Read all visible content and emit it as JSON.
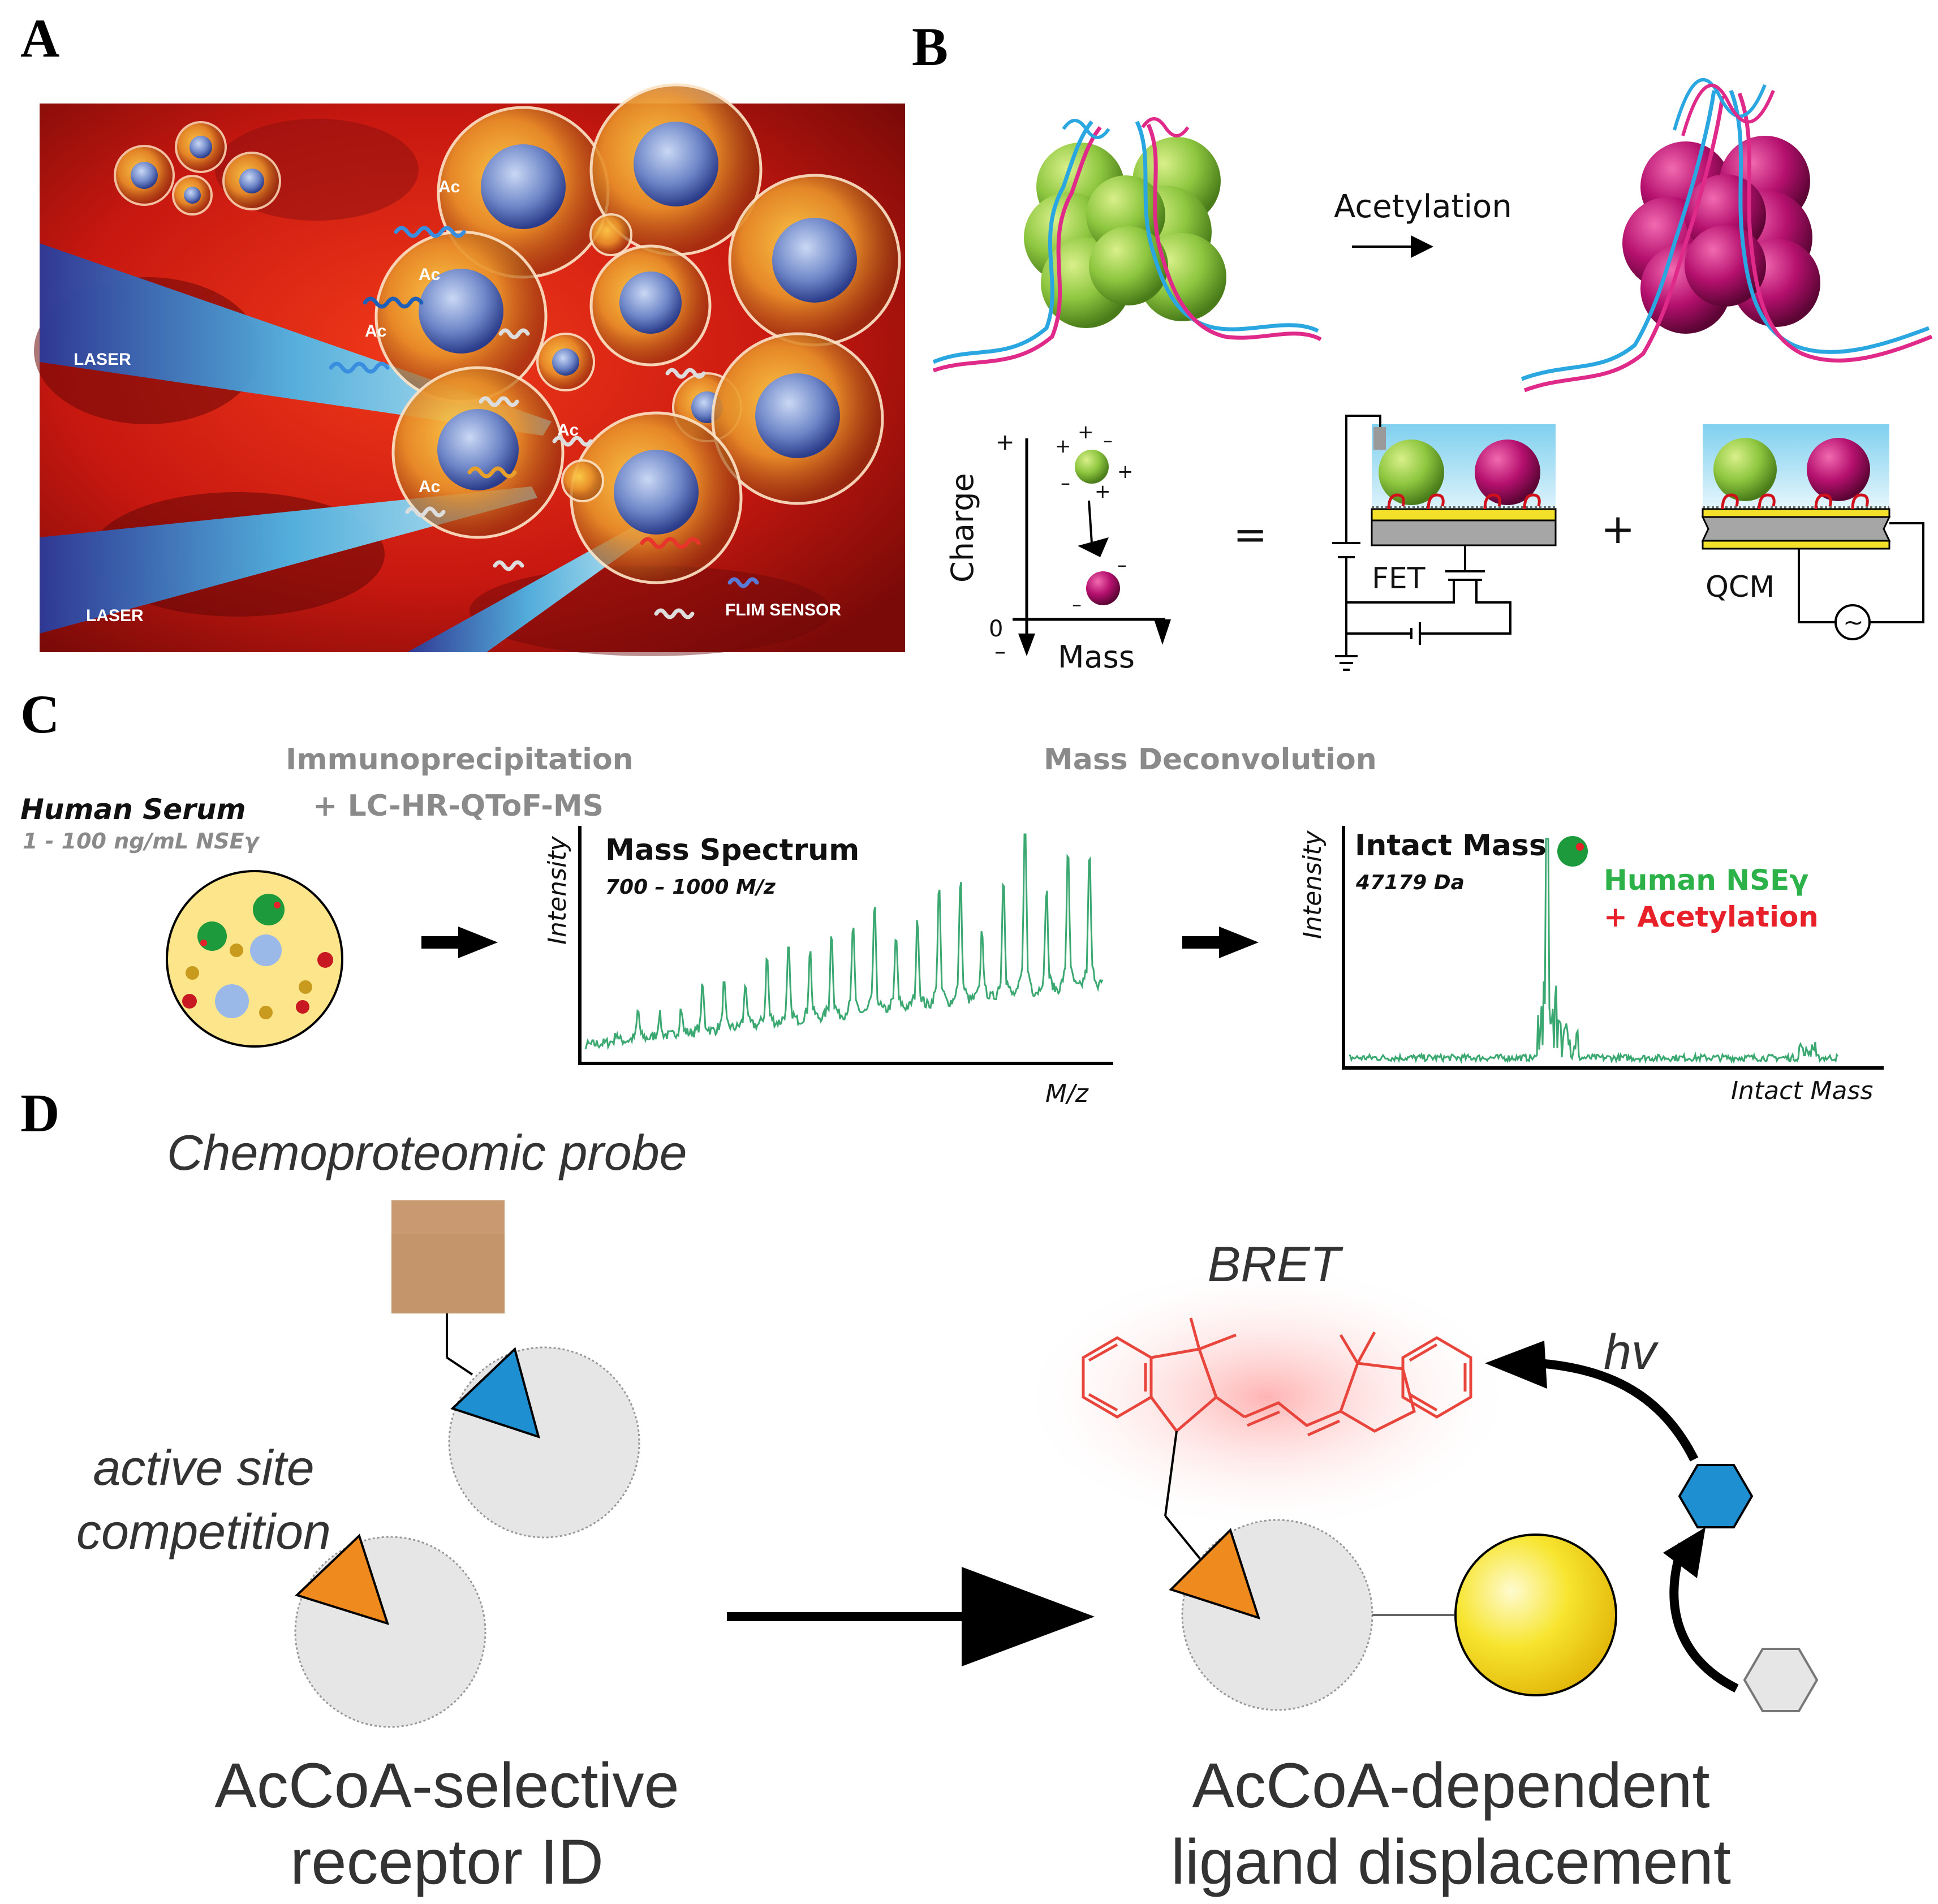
{
  "panels": {
    "a": {
      "letter": "A",
      "labels": {
        "laser_top": "LASER",
        "laser_bottom": "LASER",
        "flim": "FLIM SENSOR",
        "ac": "Ac"
      }
    },
    "b": {
      "letter": "B",
      "acetylation": "Acetylation",
      "charge": "Charge",
      "mass": "Mass",
      "zero": "0",
      "equals": "=",
      "plus": "+",
      "fet": "FET",
      "qcm": "QCM",
      "tilde": "~"
    },
    "c": {
      "letter": "C",
      "step1": "Immunoprecipitation",
      "step1b": "+ LC-HR-QToF-MS",
      "step2": "Mass Deconvolution",
      "serum_title": "Human Serum",
      "serum_conc": "1 - 100 ng/mL NSEγ",
      "spectrum1_title": "Mass Spectrum",
      "spectrum1_range": "700 – 1000 M/z",
      "spectrum1_ylabel": "Intensity",
      "spectrum1_xlabel": "M/z",
      "spectrum2_title": "Intact Mass",
      "spectrum2_value": "47179 Da",
      "spectrum2_ylabel": "Intensity",
      "spectrum2_xlabel": "Intact Mass",
      "legend_protein": "Human NSEγ",
      "legend_mod": "+ Acetylation"
    },
    "d": {
      "letter": "D",
      "probe": "Chemoproteomic probe",
      "competition1": "active site",
      "competition2": "competition",
      "bret": "BRET",
      "hv": "hv",
      "left1": "AcCoA-selective",
      "left2": "receptor ID",
      "right1": "AcCoA-dependent",
      "right2": "ligand displacement"
    }
  },
  "colors": {
    "green_protein": "#8dc63f",
    "magenta_protein": "#b5106e",
    "spectrum": "#3aa870",
    "legend_green": "#2db24a",
    "legend_red": "#e8202a",
    "dye_red": "#e8463c",
    "orange": "#ef8a1e",
    "blue": "#1e8fd0",
    "probe_tan": "#c4956a"
  }
}
